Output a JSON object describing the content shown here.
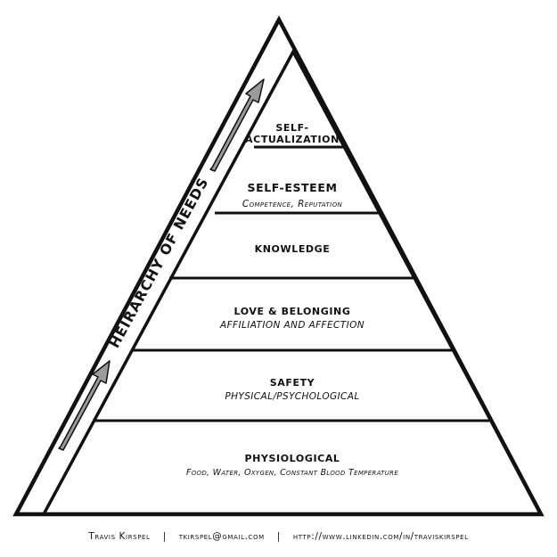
{
  "diagram": {
    "side_label": "Heirarchy of Needs",
    "levels": [
      {
        "title": "SELF-",
        "title2": "ACTUALIZATION",
        "subtitle": ""
      },
      {
        "title": "SELF-ESTEEM",
        "subtitle": "Competence, Reputation"
      },
      {
        "title": "KNOWLEDGE",
        "subtitle": ""
      },
      {
        "title": "LOVE & BELONGING",
        "subtitle": "AFFILIATION AND AFFECTION"
      },
      {
        "title": "SAFETY",
        "subtitle": "PHYSICAL/PSYCHOLOGICAL"
      },
      {
        "title": "PHYSIOLOGICAL",
        "subtitle": "Food, Water, Oxygen, Constant Blood Temperature"
      }
    ]
  },
  "footer": {
    "author": "Travis Kirspel",
    "email": "tkirspel@gmail.com",
    "url": "http://www.linkedin.com/in/traviskirspel",
    "separator": "|"
  },
  "colors": {
    "line": "#111111",
    "arrow_fill": "#9a9a9a",
    "background": "#ffffff"
  }
}
